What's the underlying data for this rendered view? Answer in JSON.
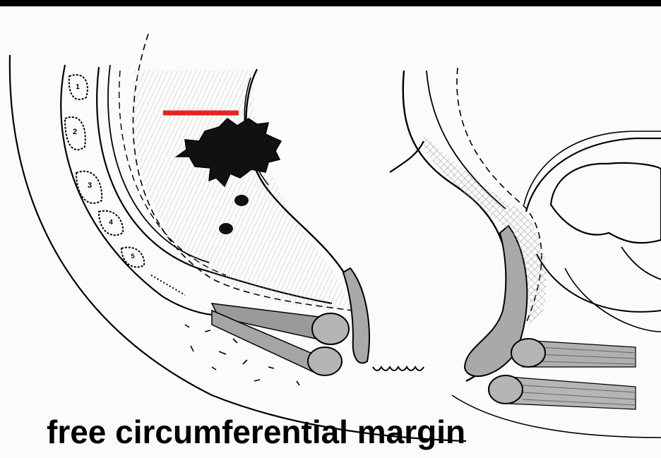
{
  "caption": "free circumferential margin",
  "vertebra_labels": [
    "1",
    "2",
    "3",
    "4",
    "5"
  ],
  "colors": {
    "margin_marker": "#e8231f",
    "ink": "#000000",
    "shade": "#a9a9a9",
    "tumor": "#111111"
  }
}
